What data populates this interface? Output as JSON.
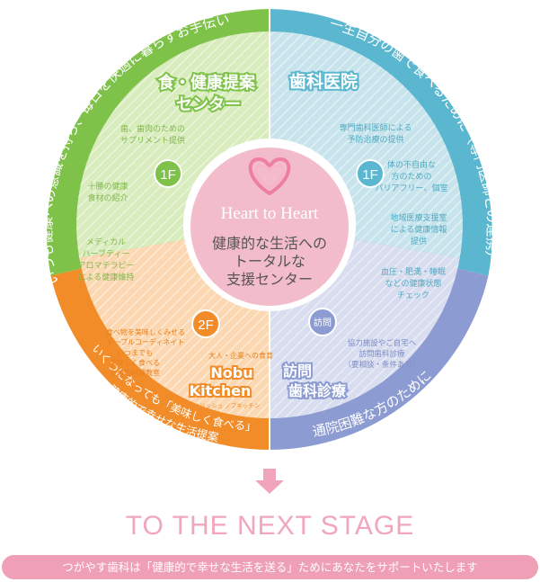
{
  "colors": {
    "green": "#7fc24a",
    "blue": "#5ab7cf",
    "orange": "#f28c28",
    "purple": "#8c9bd2",
    "pink": "#f2bccb",
    "pink_accent": "#ef9fb6"
  },
  "outer_ring": {
    "green_text": "いつも健康への意識を持ち、毎日を快適に暮らすお手伝い",
    "blue_text": "一生自分の歯で食べるために（専門医師との連携）",
    "orange_text_line1": "いくつになっても「美味しく食べる」",
    "orange_text_line2": "健康的で幸せな生活提案",
    "purple_text": "通院困難な方のために"
  },
  "sections": {
    "food_center": {
      "title_line1": "食・健康提案",
      "title_line2": "センター",
      "floor": "1F",
      "items": [
        [
          "歯、歯肉のための",
          "サプリメント提供"
        ],
        [
          "十勝の健康",
          "食材の紹介"
        ],
        [
          "メディカル",
          "ハーブティー",
          "アロマテラピー",
          "による健康維持"
        ]
      ]
    },
    "dental_clinic": {
      "title": "歯科医院",
      "floor": "1F",
      "items": [
        [
          "専門歯科医師による",
          "予防治療の提供"
        ],
        [
          "体の不自由な",
          "方のための",
          "バリアフリー、個室"
        ],
        [
          "地域医療支援室",
          "による健康情報",
          "提供"
        ],
        [
          "血圧・肥満・睡眠",
          "などの健康状態",
          "チェック"
        ]
      ]
    },
    "kitchen": {
      "title_line1": "Nobu",
      "title_line2": "Kitchen",
      "subtitle": "スタイリッシュ ノブキッチン",
      "floor": "2F",
      "items": [
        [
          "食べ物を美味しくみせる",
          "テーブルコーディネイト"
        ],
        [
          "いつまでも",
          "美味しく食べる",
          "ための料理教室"
        ],
        [
          "大人・企業への食育"
        ]
      ]
    },
    "home_visit": {
      "title_line1": "訪問",
      "title_line2": "歯科診療",
      "floor": "訪問",
      "items": [
        [
          "協力施設やご自宅へ",
          "訪問歯科診療",
          "（要相談・条件あり）"
        ]
      ]
    }
  },
  "center": {
    "brand": "Heart to Heart",
    "text_lines": [
      "健康的な生活への",
      "トータルな",
      "支援センター"
    ]
  },
  "footer": {
    "title": "TO THE NEXT STAGE",
    "bar": "つがやす歯科は「健康的で幸せな生活を送る」ためにあなたをサポートいたします"
  }
}
